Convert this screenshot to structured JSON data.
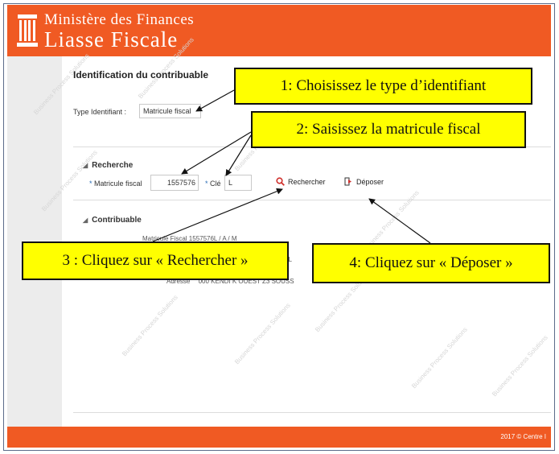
{
  "header": {
    "brand_line1": "Ministère des Finances",
    "brand_line2": "Liasse Fiscale"
  },
  "page": {
    "title": "Identification du contribuable",
    "type_label": "Type Identifiant :",
    "type_value": "Matricule fiscal"
  },
  "recherche": {
    "section_label": "Recherche",
    "matricule_label": "Matricule fiscal",
    "matricule_value": "1557576",
    "cle_label": "Clé",
    "cle_value": "L",
    "search_button_label": "Rechercher",
    "deposer_button_label": "Déposer"
  },
  "contribuable": {
    "section_label": "Contribuable",
    "mf_row": "Matricule Fiscal   1557576L / A / M",
    "sol_fragment": "SOL",
    "adresse_label": "Adresse",
    "adresse_value": "000 KENDI K OUEST Z3 SOUSS"
  },
  "watermark_text": "Business Process Solutions",
  "footer": {
    "text": "2017 © Centre I"
  },
  "callouts": [
    "1: Choisissez le type d’identifiant",
    "2: Saisissez la matricule fiscal",
    "3 : Cliquez sur « Rechercher »",
    "4: Cliquez sur « Déposer »"
  ],
  "colors": {
    "brand_orange": "#f05a23",
    "callout_yellow": "#ffff00",
    "search_icon_red": "#d0312d"
  }
}
